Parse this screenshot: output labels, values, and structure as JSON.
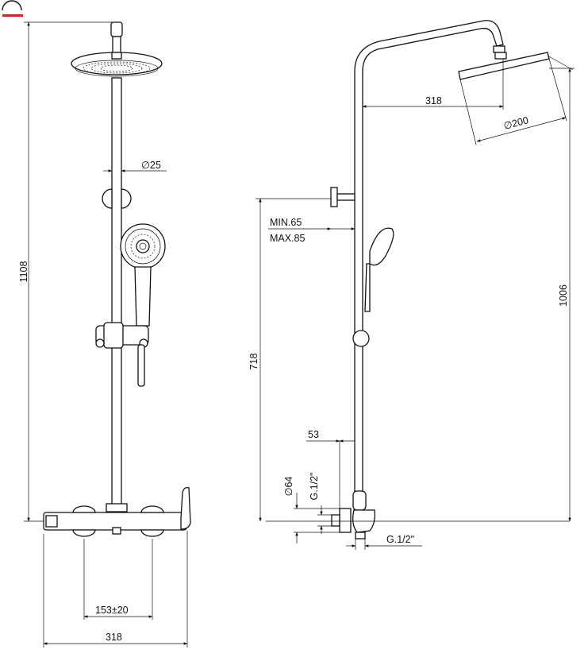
{
  "logo": {
    "accent_color": "#d2232a"
  },
  "front_view": {
    "height_total": "1108",
    "pipe_diameter": "25",
    "mixer_spacing": "153",
    "mixer_spacing_tol": "±20",
    "width_total": "318"
  },
  "side_view": {
    "arm_length": "318",
    "head_diameter": "200",
    "height_head": "1006",
    "height_support": "718",
    "wall_min": "MIN.65",
    "wall_max": "MAX.85",
    "offset_53": "53",
    "escutcheon_diameter": "64",
    "thread_inlet": "G.1/2\"",
    "thread_outlet": "G.1/2\""
  },
  "symbols": {
    "diameter": "∅"
  }
}
